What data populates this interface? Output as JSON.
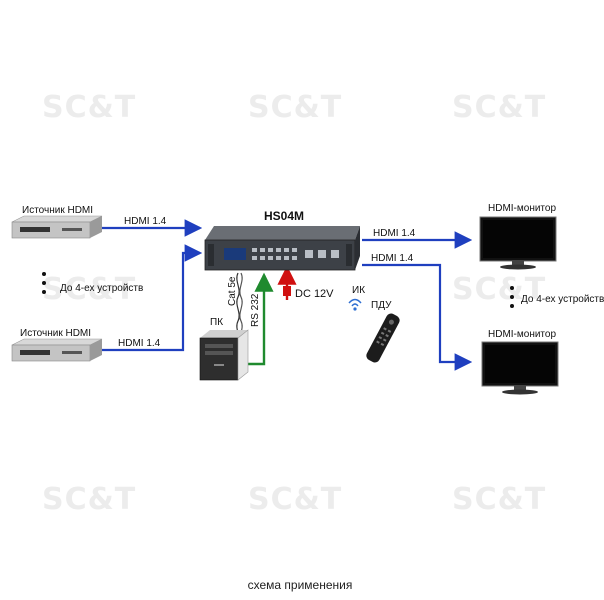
{
  "watermark": "SC&T",
  "device": {
    "title": "HS04M"
  },
  "sources": {
    "label_1": "Источник HDMI",
    "label_2": "Источник HDMI",
    "more": "До 4-ех устройств"
  },
  "monitors": {
    "label_1": "HDMI-монитор",
    "label_2": "HDMI-монитор",
    "more": "До 4-ех устройств"
  },
  "links": {
    "hdmi_in_1": "HDMI 1.4",
    "hdmi_in_2": "HDMI 1.4",
    "hdmi_out_1": "HDMI 1.4",
    "hdmi_out_2": "HDMI 1.4",
    "cat": "Cat 5e",
    "rs": "RS 232",
    "dc": "DC 12V",
    "ir": "ИК"
  },
  "pc": {
    "label": "ПК"
  },
  "remote": {
    "label": "ПДУ"
  },
  "caption": "схема применения",
  "colors": {
    "hdmi": "#1f3fbf",
    "rs232": "#1f8a2e",
    "power": "#d01010"
  }
}
